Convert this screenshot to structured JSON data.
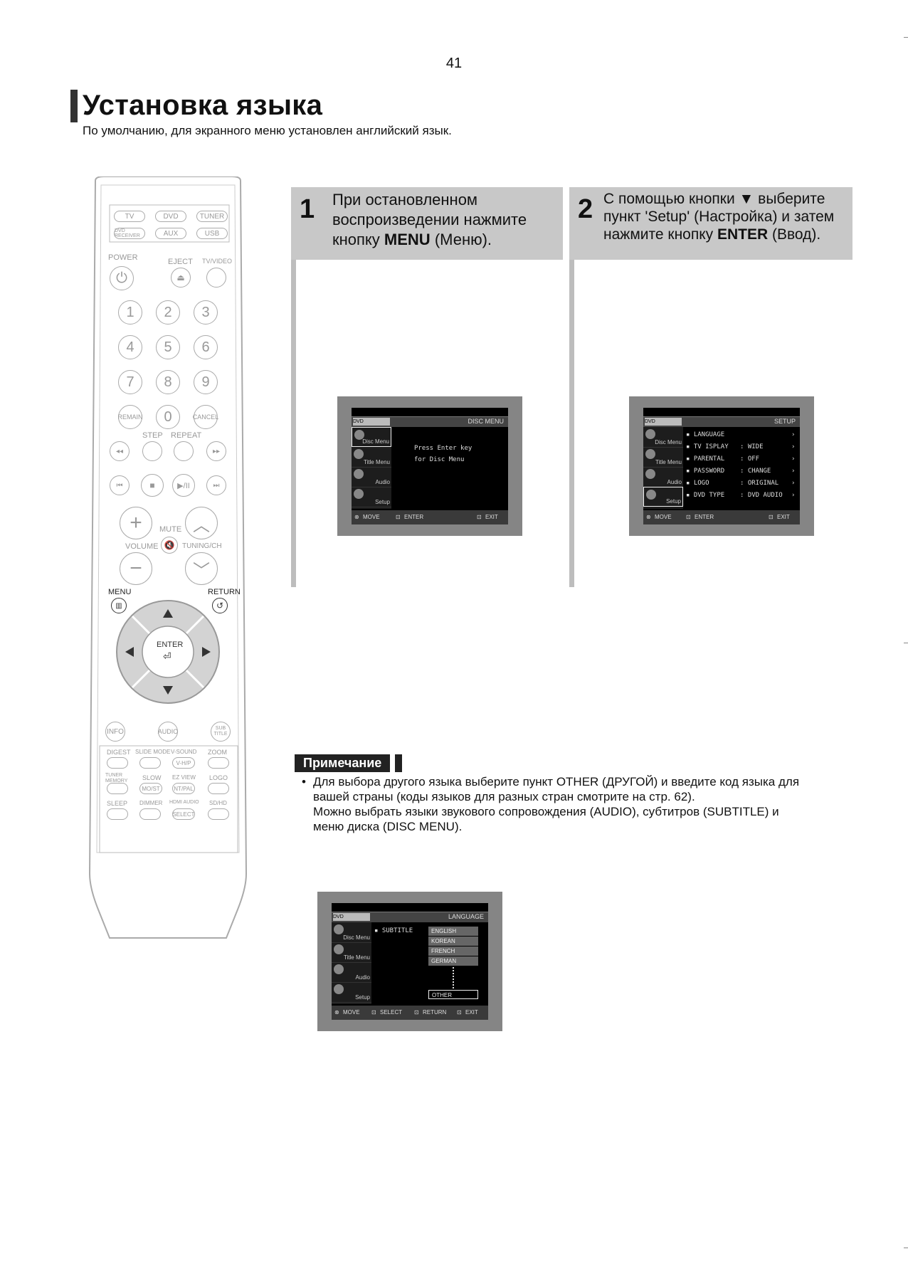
{
  "page": {
    "number": "41",
    "title": "Установка языка",
    "subtitle": "По умолчанию, для экранного меню установлен английский язык."
  },
  "remote": {
    "source_buttons": [
      "TV",
      "DVD",
      "TUNER",
      "DVD RECEIVER",
      "AUX",
      "USB"
    ],
    "labels": {
      "power": "POWER",
      "eject": "EJECT",
      "tvvideo": "TV/VIDEO",
      "step": "STEP",
      "repeat": "REPEAT",
      "mute": "MUTE",
      "volume": "VOLUME",
      "tuning": "TUNING/CH",
      "menu": "MENU",
      "return": "RETURN",
      "enter": "ENTER",
      "remain": "REMAIN",
      "cancel": "CANCEL",
      "info": "INFO",
      "audio": "AUDIO",
      "subtitle": "SUB TITLE"
    },
    "digits": [
      "1",
      "2",
      "3",
      "4",
      "5",
      "6",
      "7",
      "8",
      "9",
      "0"
    ],
    "grid_labels": [
      "DIGEST",
      "SLIDE MODE",
      "V-SOUND",
      "ZOOM",
      "TUNER MEMORY",
      "SLOW",
      "EZ VIEW",
      "LOGO",
      "SLEEP",
      "DIMMER",
      "HDMI AUDIO",
      "SD/HD"
    ],
    "grid_pills": [
      "V-H/P",
      "MO/ST",
      "NT/PAL",
      "SELECT"
    ]
  },
  "steps": [
    {
      "number": "1",
      "text_before": "При остановленном воспроизведении нажмите кнопку ",
      "bold": "MENU",
      "text_after": " (Меню)."
    },
    {
      "number": "2",
      "text_before": "С помощью кнопки ▼ выберите пункт 'Setup' (Настройка) и затем нажмите кнопку ",
      "bold": "ENTER",
      "text_after": " (Ввод)."
    }
  ],
  "screen1": {
    "brand": "DVD RECEIVER",
    "title": "DISC MENU",
    "side": [
      "Disc Menu",
      "Title Menu",
      "Audio",
      "Setup"
    ],
    "message": [
      "Press Enter key",
      "for Disc Menu"
    ],
    "footer": [
      "MOVE",
      "ENTER",
      "EXIT"
    ]
  },
  "screen2": {
    "brand": "DVD RECEIVER",
    "title": "SETUP",
    "side": [
      "Disc Menu",
      "Title Menu",
      "Audio",
      "Setup"
    ],
    "rows": [
      {
        "key": "LANGUAGE",
        "value": ""
      },
      {
        "key": "TV  ISPLAY",
        "value": "WIDE"
      },
      {
        "key": "PARENTAL",
        "value": "OFF"
      },
      {
        "key": "PASSWORD",
        "value": "CHANGE"
      },
      {
        "key": "LOGO",
        "value": "ORIGINAL"
      },
      {
        "key": "DVD TYPE",
        "value": "DVD AUDIO"
      }
    ],
    "footer": [
      "MOVE",
      "ENTER",
      "EXIT"
    ]
  },
  "screen3": {
    "brand": "DVD RECEIVER",
    "title": "LANGUAGE",
    "side": [
      "Disc Menu",
      "Title Menu",
      "Audio",
      "Setup"
    ],
    "item": "SUBTITLE",
    "languages": [
      "ENGLISH",
      "KOREAN",
      "FRENCH",
      "GERMAN"
    ],
    "other": "OTHER",
    "footer": [
      "MOVE",
      "SELECT",
      "RETURN",
      "EXIT"
    ]
  },
  "note": {
    "label": "Примечание",
    "lines": [
      "Для выбора другого языка выберите пункт OTHER (ДРУГОЙ) и введите код языка для",
      "вашей страны (коды языков для разных стран смотрите на стр. 62).",
      "Можно выбрать языки звукового сопровождения (AUDIO), субтитров (SUBTITLE) и",
      "меню диска (DISC MENU)."
    ]
  }
}
